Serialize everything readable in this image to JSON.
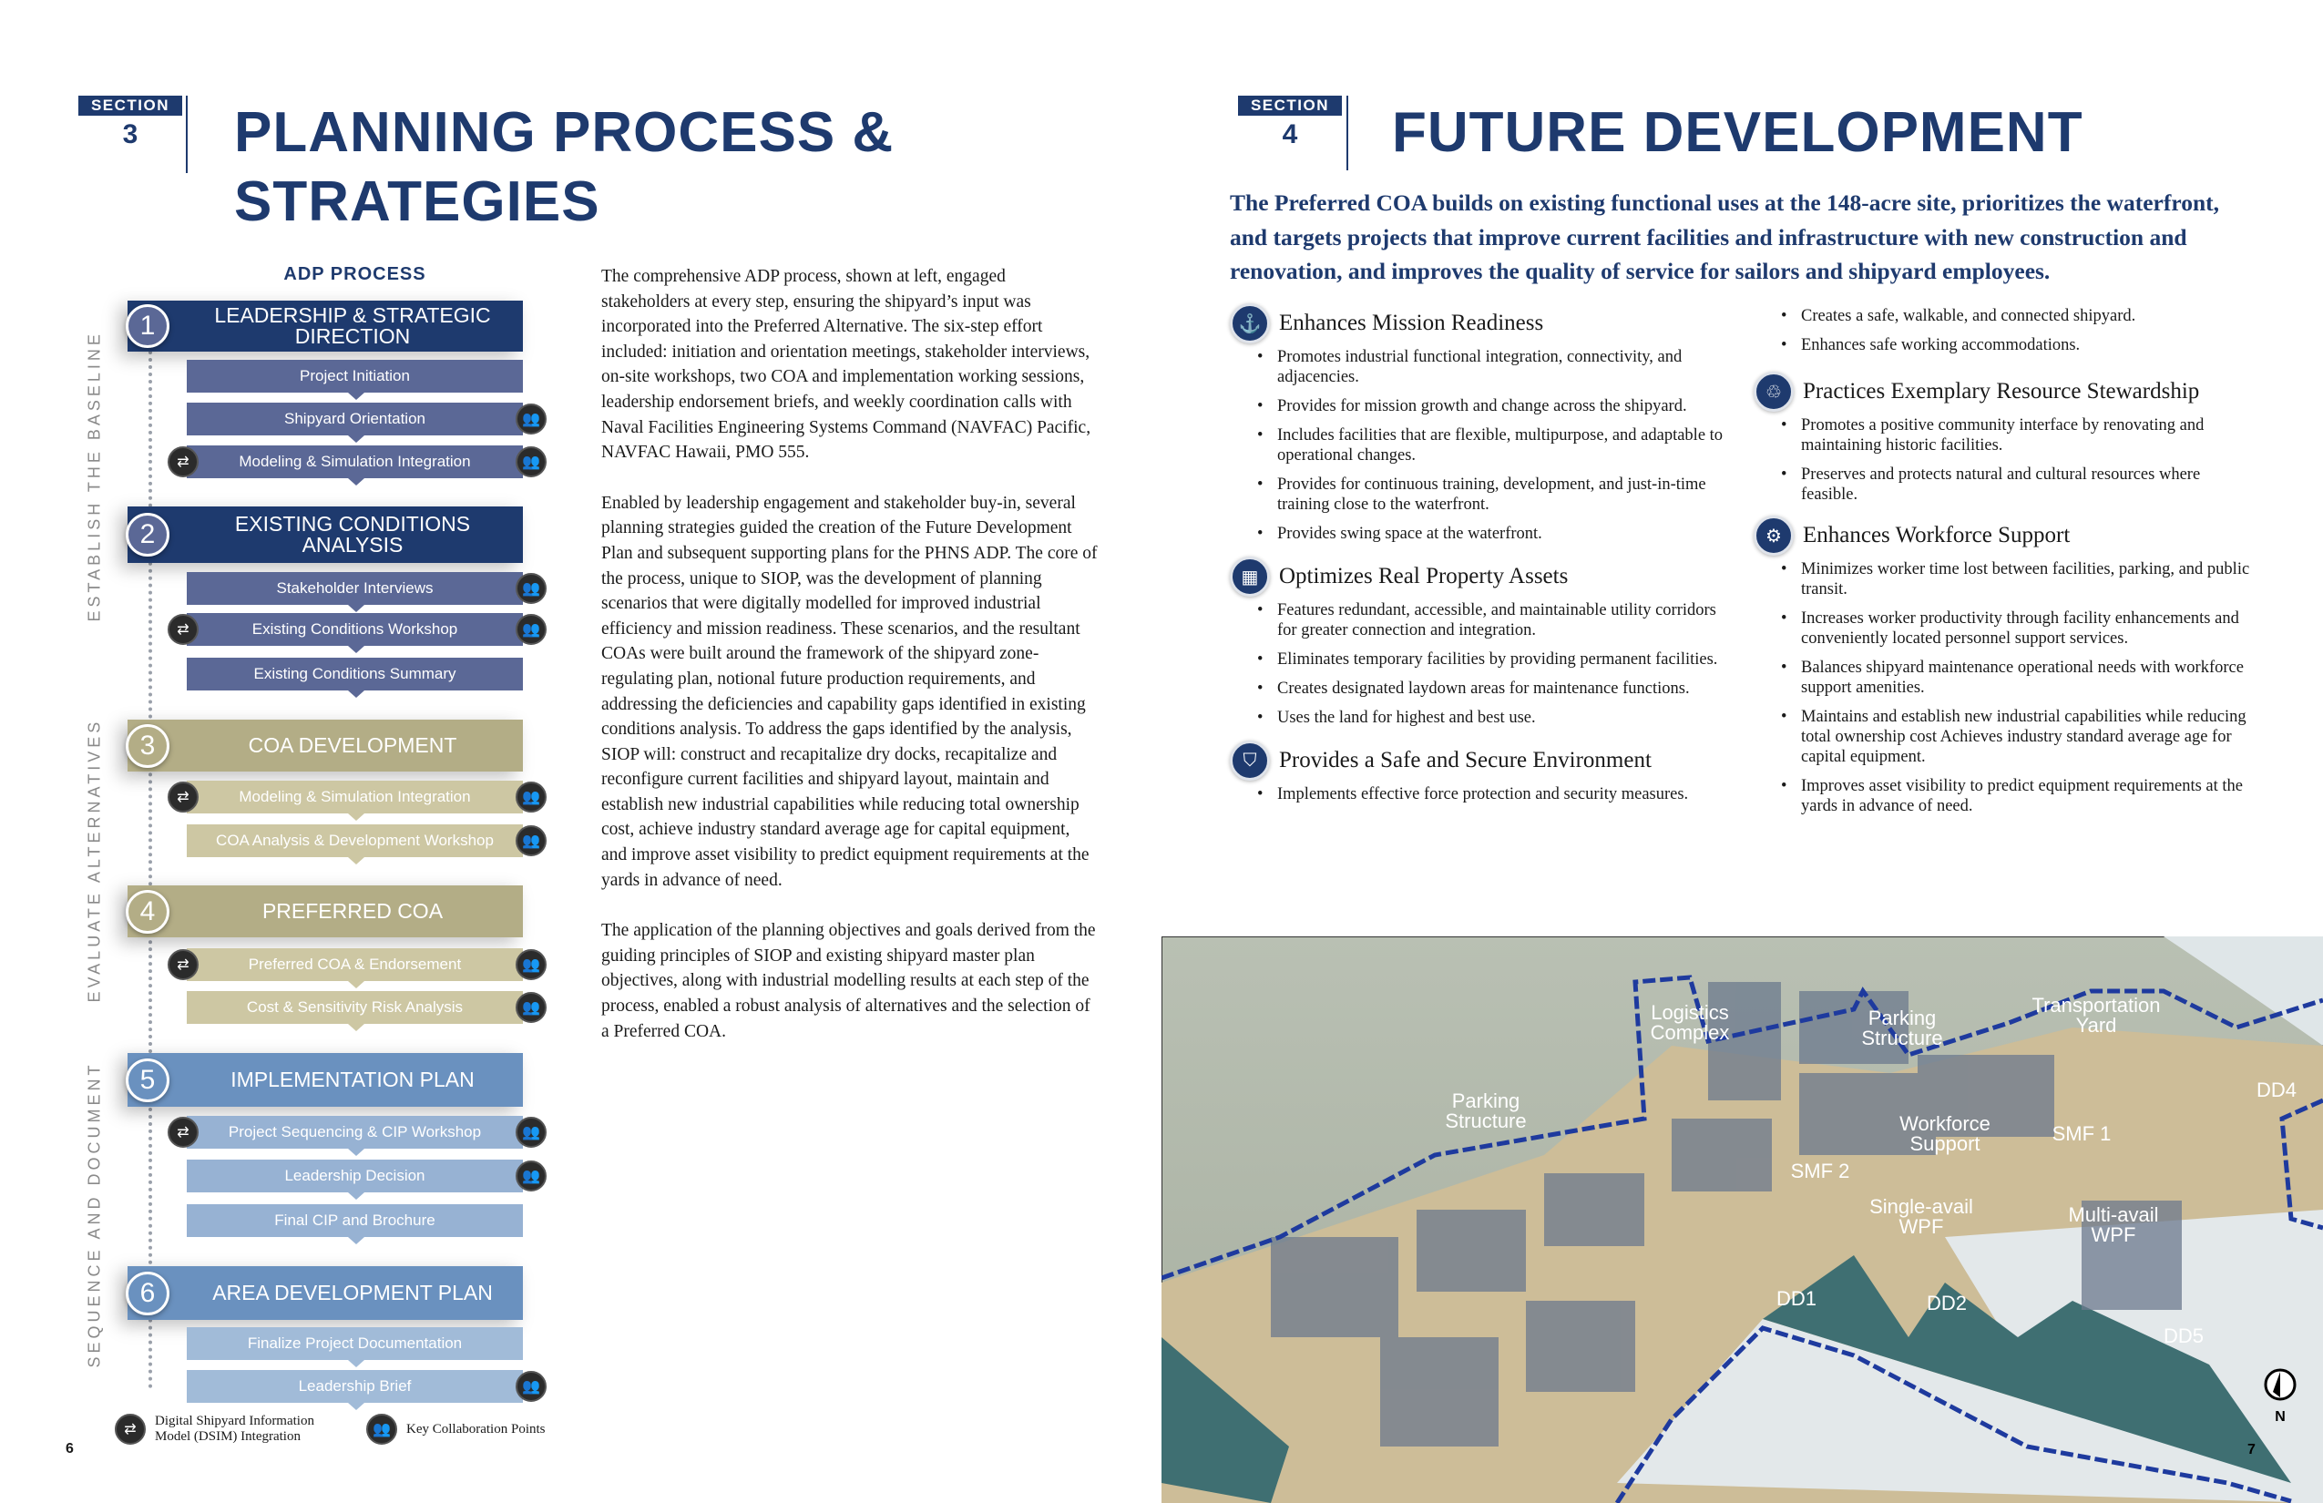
{
  "left_page": {
    "section": {
      "label": "SECTION",
      "number": "3"
    },
    "title_lines": [
      "PLANNING PROCESS &",
      "STRATEGIES"
    ],
    "adp_title": "ADP PROCESS",
    "side_labels": [
      "ESTABLISH THE BASELINE",
      "EVALUATE ALTERNATIVES",
      "SEQUENCE AND DOCUMENT"
    ],
    "steps": [
      {
        "number": "1",
        "title_lines": [
          "LEADERSHIP & STRATEGIC",
          "DIRECTION"
        ],
        "color": "#1e3a6e",
        "sub_color": "#5b6896",
        "items": [
          {
            "label": "Project Initiation",
            "dsim": false,
            "collab": false
          },
          {
            "label": "Shipyard Orientation",
            "dsim": false,
            "collab": true
          },
          {
            "label": "Modeling & Simulation Integration",
            "dsim": true,
            "collab": true
          }
        ]
      },
      {
        "number": "2",
        "title_lines": [
          "EXISTING CONDITIONS",
          "ANALYSIS"
        ],
        "color": "#1e3a6e",
        "sub_color": "#5b6896",
        "items": [
          {
            "label": "Stakeholder Interviews",
            "dsim": false,
            "collab": true
          },
          {
            "label": "Existing Conditions Workshop",
            "dsim": true,
            "collab": true
          },
          {
            "label": "Existing Conditions Summary",
            "dsim": false,
            "collab": false
          }
        ]
      },
      {
        "number": "3",
        "title_lines": [
          "COA DEVELOPMENT"
        ],
        "color": "#b3ad86",
        "sub_color": "#cdc7a3",
        "items": [
          {
            "label": "Modeling & Simulation Integration",
            "dsim": true,
            "collab": true
          },
          {
            "label": "COA Analysis & Development Workshop",
            "dsim": false,
            "collab": true
          }
        ]
      },
      {
        "number": "4",
        "title_lines": [
          "PREFERRED COA"
        ],
        "color": "#b3ad86",
        "sub_color": "#cdc7a3",
        "items": [
          {
            "label": "Preferred COA & Endorsement",
            "dsim": true,
            "collab": true
          },
          {
            "label": "Cost & Sensitivity Risk Analysis",
            "dsim": false,
            "collab": true
          }
        ]
      },
      {
        "number": "5",
        "title_lines": [
          "IMPLEMENTATION PLAN"
        ],
        "color": "#6a91bf",
        "sub_color": "#97b2d3",
        "items": [
          {
            "label": "Project Sequencing & CIP Workshop",
            "dsim": true,
            "collab": true
          },
          {
            "label": "Leadership Decision",
            "dsim": false,
            "collab": true
          },
          {
            "label": "Final CIP and Brochure",
            "dsim": false,
            "collab": false
          }
        ]
      },
      {
        "number": "6",
        "title_lines": [
          "AREA DEVELOPMENT PLAN"
        ],
        "color": "#6a91bf",
        "sub_color": "#a1bbd8",
        "items": [
          {
            "label": "Finalize Project Documentation",
            "dsim": false,
            "collab": false
          },
          {
            "label": "Leadership Brief",
            "dsim": false,
            "collab": true
          }
        ]
      }
    ],
    "legend": {
      "dsim": "Digital Shipyard Information Model (DSIM) Integration",
      "collab": "Key Collaboration Points"
    },
    "paragraphs": [
      "The comprehensive ADP process, shown at left, engaged stakeholders at every step, ensuring the shipyard’s input was incorporated into the Preferred Alternative. The six-step effort included: initiation and orientation meetings, stakeholder interviews, on-site workshops, two COA and implementation working sessions, leadership endorsement briefs, and weekly coordination calls with Naval Facilities Engineering Systems Command (NAVFAC) Pacific, NAVFAC Hawaii, PMO 555.",
      "Enabled by leadership engagement and stakeholder buy-in, several planning strategies guided the creation of the Future Development Plan and subsequent supporting plans for the PHNS ADP. The core of the process, unique to SIOP, was the development of planning scenarios that were digitally modelled for improved industrial efficiency and mission readiness. These scenarios, and the resultant COAs were built around the framework of the shipyard zone-regulating plan, notional future production requirements, and addressing the deficiencies and capability gaps identified in existing conditions analysis. To address the gaps identified by the analysis, SIOP will: construct and recapitalize dry docks, recapitalize and reconfigure current facilities and shipyard layout, maintain and establish new industrial capabilities while reducing total ownership cost, achieve industry standard average age for capital equipment, and improve asset visibility to predict equipment requirements at the yards in advance of need.",
      "The application of the planning objectives and goals derived from the guiding principles of SIOP and existing shipyard master plan objectives, along with industrial modelling results at each step of the process, enabled a robust analysis of alternatives and the selection of a Preferred COA."
    ],
    "page_number": "6"
  },
  "right_page": {
    "section": {
      "label": "SECTION",
      "number": "4"
    },
    "title": "FUTURE DEVELOPMENT",
    "intro": "The Preferred COA builds on existing functional uses at the 148-acre site, prioritizes the waterfront, and targets projects that improve current facilities and infrastructure with new construction and renovation, and improves the quality of service for sailors and shipyard employees.",
    "left_groups": [
      {
        "icon": "submarine-icon",
        "glyph": "⚓",
        "heading": "Enhances Mission Readiness",
        "bullets": [
          "Promotes industrial functional integration, connectivity, and adjacencies.",
          "Provides for mission growth and change across the shipyard.",
          "Includes facilities that are flexible, multipurpose, and adaptable to operational changes.",
          "Provides for continuous training, development, and just-in-time training close to the waterfront.",
          "Provides swing space at the waterfront."
        ]
      },
      {
        "icon": "buildings-icon",
        "glyph": "▦",
        "heading": "Optimizes Real Property Assets",
        "bullets": [
          "Features redundant, accessible, and maintainable utility corridors for greater connection and integration.",
          "Eliminates temporary facilities by providing permanent facilities.",
          "Creates designated laydown areas for maintenance functions.",
          "Uses the land for highest and best use."
        ]
      },
      {
        "icon": "shield-icon",
        "glyph": "⛉",
        "heading": "Provides a Safe and Secure Environment",
        "bullets": [
          "Implements effective force protection and security measures."
        ]
      }
    ],
    "right_top_bullets": [
      "Creates a safe, walkable, and connected shipyard.",
      "Enhances safe working accommodations."
    ],
    "right_groups": [
      {
        "icon": "resource-hand-icon",
        "glyph": "♲",
        "heading": "Practices Exemplary Resource Stewardship",
        "bullets": [
          "Promotes a positive community interface by renovating and maintaining historic facilities.",
          "Preserves and protects natural and cultural resources where feasible."
        ]
      },
      {
        "icon": "workforce-icon",
        "glyph": "⚙",
        "heading": "Enhances Workforce Support",
        "bullets": [
          "Minimizes worker time lost between facilities, parking, and public transit.",
          "Increases worker productivity through facility enhancements and conveniently located personnel support services.",
          "Balances shipyard maintenance operational needs with workforce support amenities.",
          "Maintains and establish new industrial capabilities while reducing total ownership cost Achieves industry standard average age for capital equipment.",
          "Improves asset visibility to predict equipment requirements at the yards in advance of need."
        ]
      }
    ],
    "map_labels": [
      {
        "id": "logistics-complex",
        "lines": [
          "Logistics",
          "Complex"
        ]
      },
      {
        "id": "parking-structure-north",
        "lines": [
          "Parking",
          "Structure"
        ]
      },
      {
        "id": "transportation-yard",
        "lines": [
          "Transportation",
          "Yard"
        ]
      },
      {
        "id": "parking-structure-west",
        "lines": [
          "Parking",
          "Structure"
        ]
      },
      {
        "id": "workforce-support",
        "lines": [
          "Workforce",
          "Support"
        ]
      },
      {
        "id": "smf-1",
        "lines": [
          "SMF 1"
        ]
      },
      {
        "id": "dd4",
        "lines": [
          "DD4"
        ]
      },
      {
        "id": "smf-2",
        "lines": [
          "SMF 2"
        ]
      },
      {
        "id": "single-avail-wpf",
        "lines": [
          "Single-avail",
          "WPF"
        ]
      },
      {
        "id": "multi-avail-wpf",
        "lines": [
          "Multi-avail",
          "WPF"
        ]
      },
      {
        "id": "dd1",
        "lines": [
          "DD1"
        ]
      },
      {
        "id": "dd2",
        "lines": [
          "DD2"
        ]
      },
      {
        "id": "dd5",
        "lines": [
          "DD5"
        ]
      }
    ],
    "north_label": "N",
    "page_number": "7"
  }
}
